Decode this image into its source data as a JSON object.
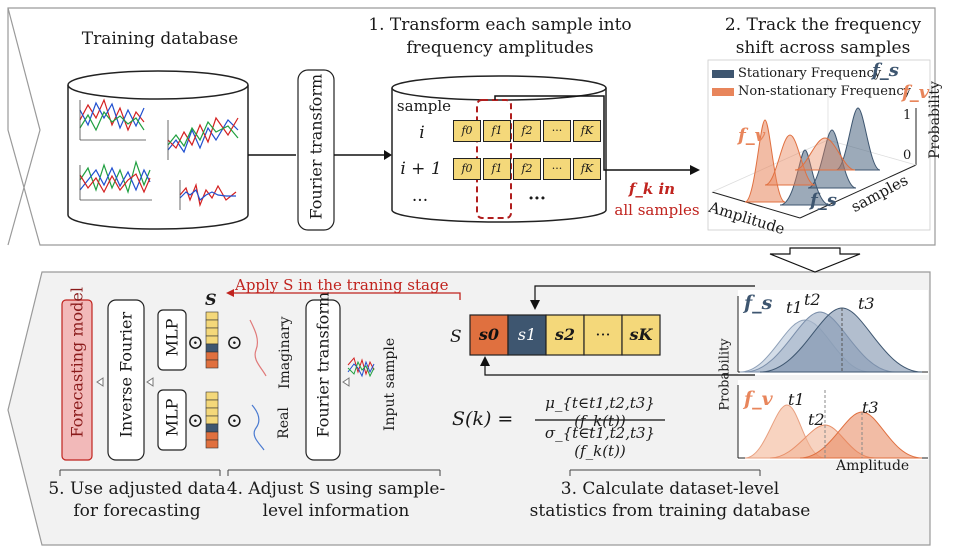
{
  "stage1": {
    "title": "Training database",
    "fourier": "Fourier transform"
  },
  "stage2": {
    "title_line1": "1. Transform each sample into",
    "title_line2": "frequency amplitudes",
    "sample_label": "sample",
    "row1": "i",
    "row2": "i + 1",
    "row3": "···",
    "cells": [
      "f0",
      "f1",
      "f2",
      "···",
      "fK"
    ],
    "fk_label": "f_k in",
    "fk_label2": "all samples"
  },
  "stage3": {
    "title_line1": "2. Track the frequency",
    "title_line2": "shift across samples",
    "legend_stationary": "Stationary Frequency",
    "legend_nonstationary": "Non-stationary Frequency",
    "fs": "f_s",
    "fv": "f_v",
    "axis_amplitude": "Amplitude",
    "axis_samples": "samples",
    "axis_probability": "Probability",
    "tick1": "1",
    "tick0": "0"
  },
  "bottom": {
    "apply_label": "Apply S in the traning stage",
    "S": "S",
    "s_cells": [
      "s0",
      "s1",
      "s2",
      "···",
      "sK"
    ],
    "formula_lhs": "S(k) =",
    "formula_num": "μ_{t∈t1,t2,t3}(f_k(t))",
    "formula_den": "σ_{t∈t1,t2,t3}(f_k(t))",
    "forecasting_model": "Forecasting model",
    "inverse_fourier": "Inverse Fourier",
    "mlp": "MLP",
    "imaginary": "Imaginary",
    "real": "Real",
    "fourier_transform": "Fourier transform",
    "input_sample": "Input sample",
    "dot": "⊙",
    "step5_line1": "5. Use adjusted data",
    "step5_line2": "for forecasting",
    "step4_line1": "4. Adjust S using sample-",
    "step4_line2": "level information",
    "step3_line1": "3. Calculate dataset-level",
    "step3_line2": "statistics from training database",
    "t1": "t1",
    "t2": "t2",
    "t3": "t3",
    "probability": "Probability",
    "amplitude": "Amplitude"
  },
  "colors": {
    "stationary": "#4a6480",
    "nonstationary": "#e8855b",
    "s0": "#e0703f",
    "s1": "#3e5670",
    "cell": "#f4d87a",
    "forecast": "#f2b9b9",
    "accent_red": "#c0231e"
  }
}
